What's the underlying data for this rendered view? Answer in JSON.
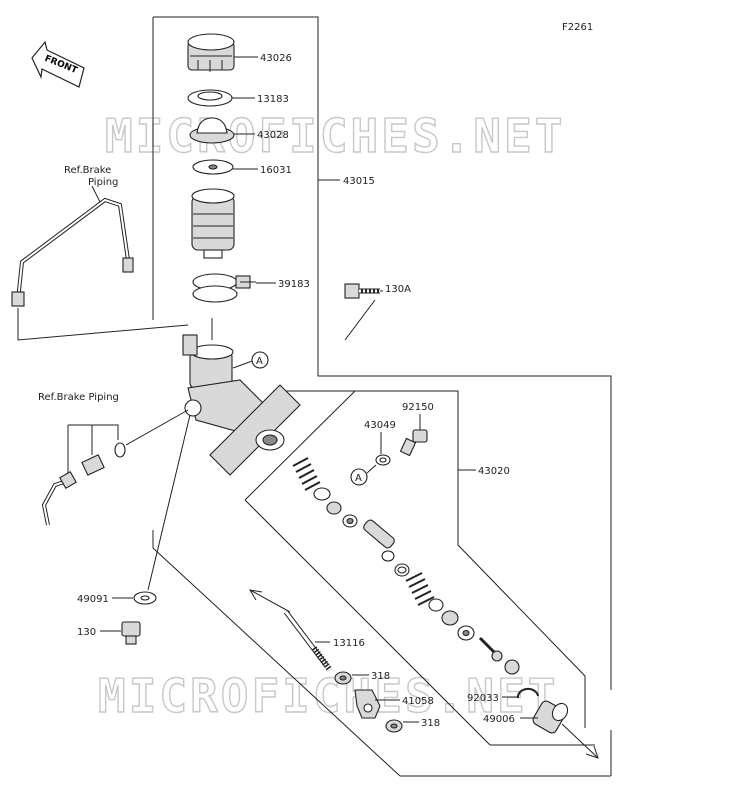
{
  "figure_code": "F2261",
  "front_label": "FRONT",
  "watermark": "MICROFICHES.NET",
  "refs": {
    "upper": [
      "Ref.Brake",
      "Piping"
    ],
    "lower": "Ref.Brake Piping"
  },
  "part_labels": {
    "p43026": "43026",
    "p13183": "13183",
    "p43028": "43028",
    "p16031": "16031",
    "p43015": "43015",
    "p39183": "39183",
    "p130A": "130A",
    "p92150": "92150",
    "p43049": "43049",
    "p43020": "43020",
    "p49091": "49091",
    "p130": "130",
    "p13116": "13116",
    "p318a": "318",
    "p41058": "41058",
    "p318b": "318",
    "p92033": "92033",
    "p49006": "49006"
  },
  "callout_a": "A"
}
